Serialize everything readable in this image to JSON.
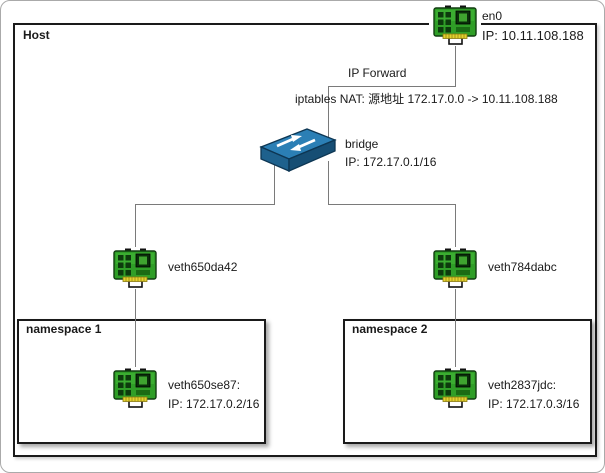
{
  "diagram": {
    "host": {
      "label": "Host"
    },
    "en0": {
      "name": "en0",
      "ip": "IP: 10.11.108.188"
    },
    "nat": {
      "ip_forward_label": "IP Forward",
      "iptables_label": "iptables NAT: 源地址 172.17.0.0 -> 10.11.108.188"
    },
    "bridge": {
      "name": "bridge",
      "ip": "IP: 172.17.0.1/16"
    },
    "veth_host_left": {
      "name": "veth650da42"
    },
    "veth_host_right": {
      "name": "veth784dabc"
    },
    "namespace1": {
      "label": "namespace 1",
      "veth": {
        "name": "veth650se87:",
        "ip": "IP: 172.17.0.2/16"
      }
    },
    "namespace2": {
      "label": "namespace 2",
      "veth": {
        "name": "veth2837jdc:",
        "ip": "IP: 172.17.0.3/16"
      }
    },
    "colors": {
      "line": "#7a7a7a",
      "border": "#1a1a1a",
      "nic_green": "#2f9e27",
      "nic_gold": "#e3d22f",
      "bridge_blue_top": "#2b7fb5",
      "bridge_blue_front": "#1e618d",
      "bridge_blue_side": "#164e74"
    }
  }
}
